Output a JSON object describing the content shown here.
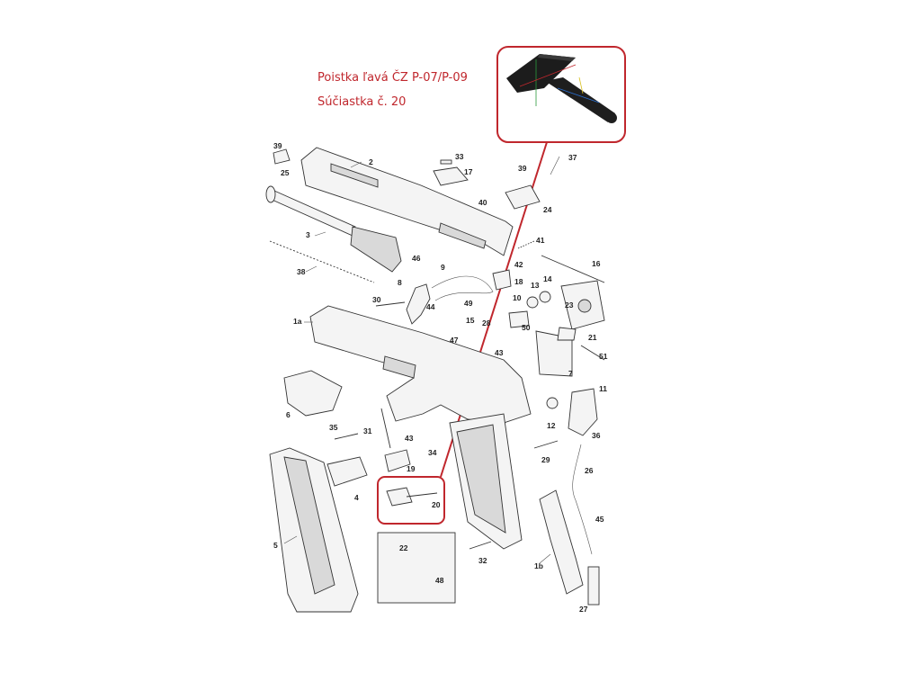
{
  "caption": {
    "line1": "Poistka ľavá ČZ P-07/P-09",
    "line2": "Súčiastka č. 20"
  },
  "highlight_color": "#c0272d",
  "part_numbers": [
    "1a",
    "1b",
    "2",
    "3",
    "4",
    "5",
    "6",
    "7",
    "8",
    "9",
    "10",
    "11",
    "12",
    "13",
    "14",
    "15",
    "16",
    "17",
    "18",
    "19",
    "20",
    "21",
    "22",
    "23",
    "24",
    "25",
    "26",
    "27",
    "28",
    "29",
    "30",
    "31",
    "32",
    "33",
    "34",
    "35",
    "36",
    "37",
    "38",
    "39",
    "40",
    "41",
    "42",
    "43",
    "44",
    "45",
    "46",
    "47",
    "48",
    "49",
    "50",
    "51"
  ],
  "labels": {
    "p2": "2",
    "p3": "3",
    "p38": "38",
    "p39a": "39",
    "p25": "25",
    "p33": "33",
    "p17": "17",
    "p40": "40",
    "p39b": "39",
    "p24": "24",
    "p37": "37",
    "p41": "41",
    "p16": "16",
    "p42": "42",
    "p46": "46",
    "p9": "9",
    "p18": "18",
    "p8": "8",
    "p30": "30",
    "p44": "44",
    "p49": "49",
    "p13": "13",
    "p14": "14",
    "p10": "10",
    "p23": "23",
    "p1a": "1a",
    "p15": "15",
    "p28": "28",
    "p47": "47",
    "p50": "50",
    "p21": "21",
    "p43a": "43",
    "p51": "51",
    "p7": "7",
    "p11": "11",
    "p6": "6",
    "p12": "12",
    "p36": "36",
    "p35": "35",
    "p31": "31",
    "p43b": "43",
    "p34": "34",
    "p29": "29",
    "p26": "26",
    "p19": "19",
    "p4": "4",
    "p20": "20",
    "p45": "45",
    "p5": "5",
    "p22": "22",
    "p32": "32",
    "p1b": "1b",
    "p48": "48",
    "p27": "27"
  }
}
